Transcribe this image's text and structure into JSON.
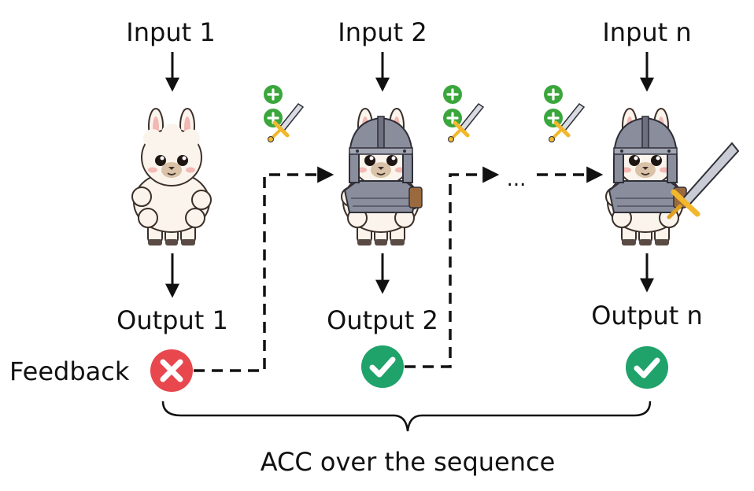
{
  "stages": [
    {
      "input": "Input 1",
      "output": "Output 1",
      "feedback_icon": "cross-icon",
      "equipment": "none"
    },
    {
      "input": "Input 2",
      "output": "Output 2",
      "feedback_icon": "check-icon",
      "equipment": "armor"
    },
    {
      "input": "Input n",
      "output": "Output n",
      "feedback_icon": "check-icon",
      "equipment": "armor-and-sword"
    }
  ],
  "feedback_label": "Feedback",
  "ellipsis": "...",
  "summary_label": "ACC over the sequence",
  "colors": {
    "cross_badge": "#e8474e",
    "check_badge": "#1fa36a",
    "plus_badge": "#3aa63c",
    "line": "#111111",
    "llama_wool": "#fbf4ec",
    "armor": "#8a8d9c",
    "sword_blade": "#d9dbe2",
    "sword_hilt": "#f2b72a"
  }
}
